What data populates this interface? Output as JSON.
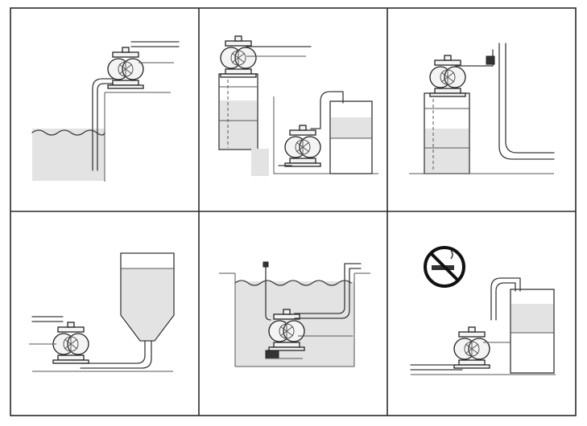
{
  "panels": [
    {
      "id": "pump-above-liquid",
      "icons": [
        "diaphragm-pump-icon"
      ]
    },
    {
      "id": "pump-on-drum-and-floor",
      "icons": [
        "diaphragm-pump-icon",
        "diaphragm-pump-icon"
      ]
    },
    {
      "id": "pump-on-drum-to-pipe",
      "icons": [
        "diaphragm-pump-icon"
      ]
    },
    {
      "id": "pump-from-hopper",
      "icons": [
        "diaphragm-pump-icon"
      ]
    },
    {
      "id": "pump-submerged",
      "icons": [
        "diaphragm-pump-icon"
      ]
    },
    {
      "id": "pump-no-smoking",
      "icons": [
        "diaphragm-pump-icon",
        "no-smoking-icon"
      ]
    }
  ],
  "colors": {
    "line": "#2a2a2a",
    "liquid": "#e3e3e3",
    "background": "#ffffff"
  }
}
